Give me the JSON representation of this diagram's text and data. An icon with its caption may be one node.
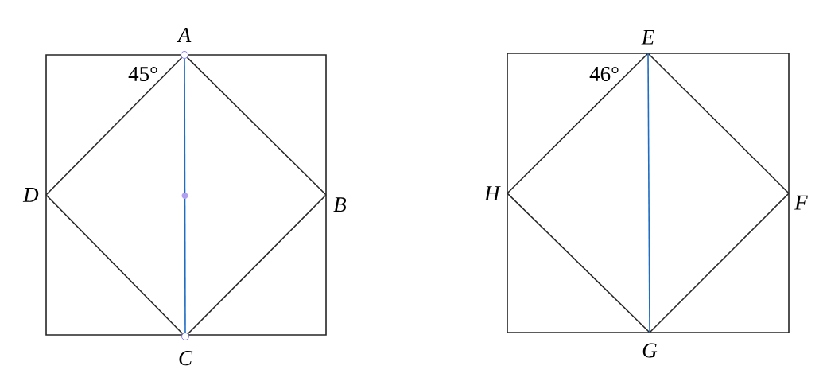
{
  "diagram": {
    "nodes": [
      {
        "text": [
          "A"
        ]
      },
      {
        "text": [
          "B"
        ]
      },
      {
        "text": [
          "C"
        ]
      },
      {
        "text": [
          "D"
        ]
      },
      {
        "text": [
          "E"
        ]
      },
      {
        "text": [
          "F"
        ]
      },
      {
        "text": [
          "G"
        ]
      },
      {
        "text": [
          "H"
        ]
      }
    ],
    "edges": [
      {
        "from": 0,
        "to": 1,
        "arrow": "none"
      },
      {
        "from": 1,
        "to": 2,
        "arrow": "none"
      },
      {
        "from": 2,
        "to": 3,
        "arrow": "none"
      },
      {
        "from": 3,
        "to": 0,
        "arrow": "none"
      },
      {
        "from": 0,
        "to": 2,
        "arrow": "none",
        "color": "#1f6cc4"
      },
      {
        "from": 4,
        "to": 5,
        "arrow": "none"
      },
      {
        "from": 5,
        "to": 6,
        "arrow": "none"
      },
      {
        "from": 6,
        "to": 7,
        "arrow": "none"
      },
      {
        "from": 7,
        "to": 4,
        "arrow": "none"
      },
      {
        "from": 4,
        "to": 6,
        "arrow": "none",
        "color": "#1f6cc4"
      }
    ],
    "labels": [
      "45°",
      "46°"
    ]
  }
}
